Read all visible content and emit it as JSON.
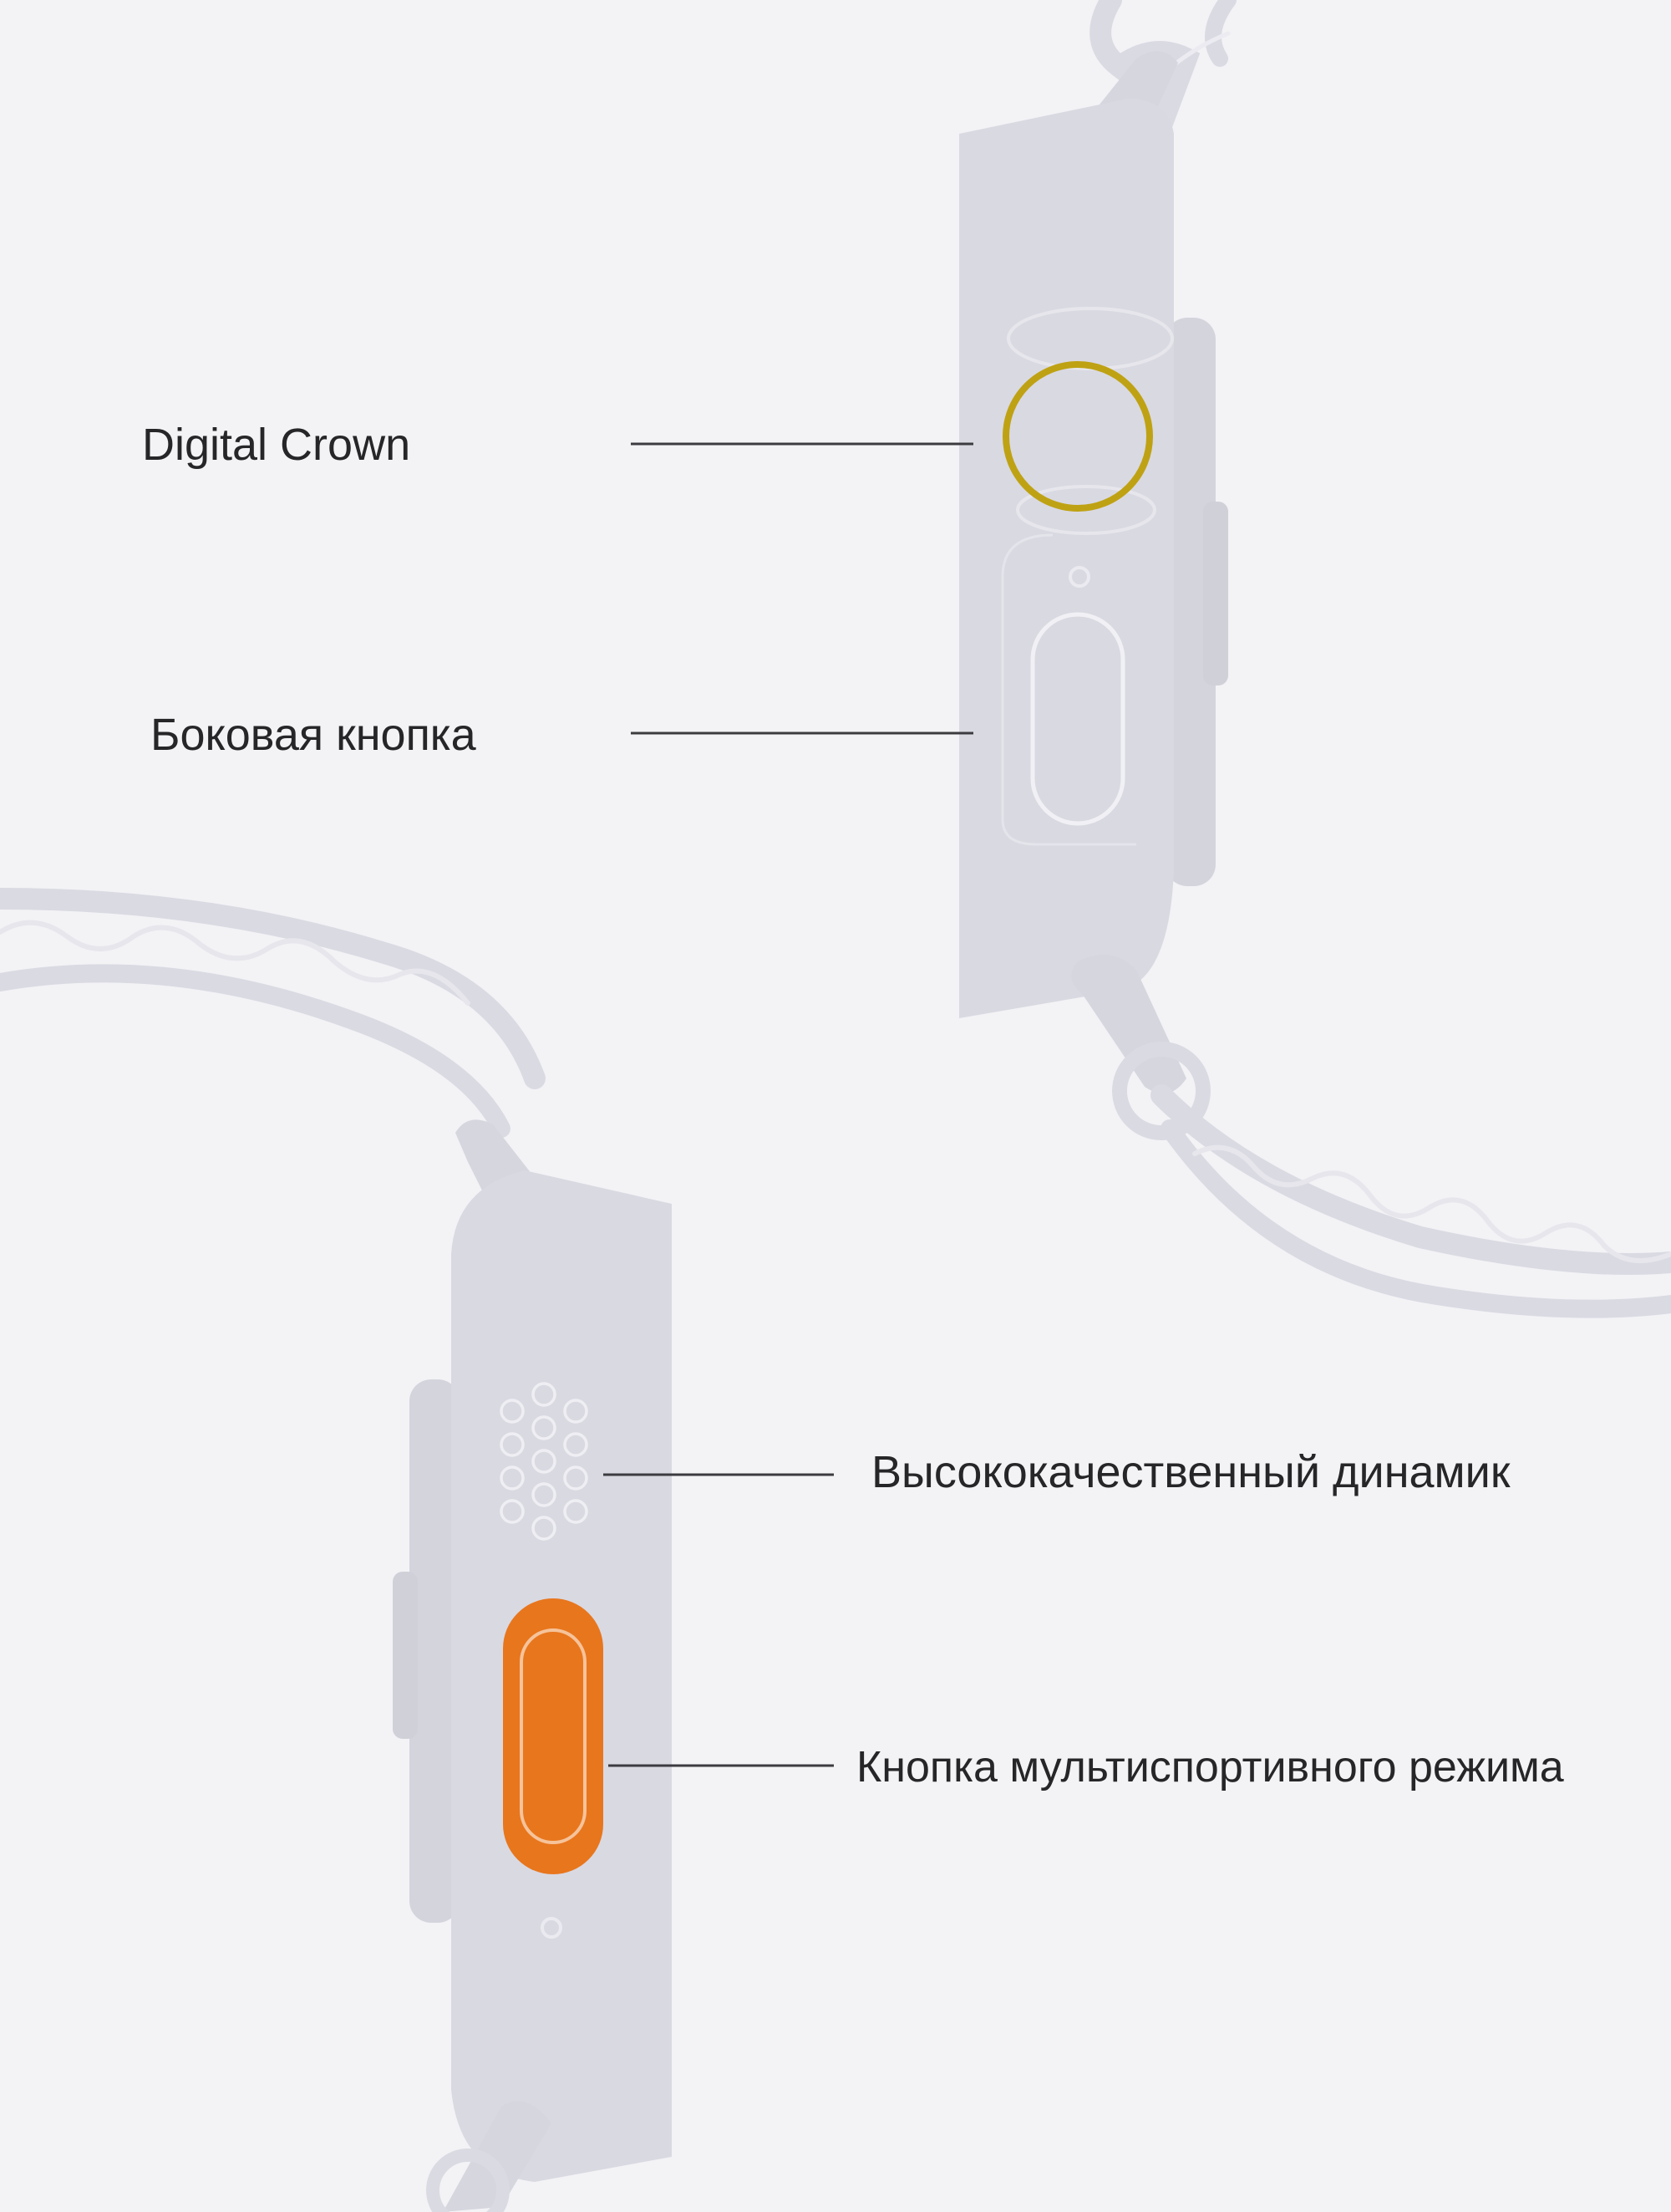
{
  "labels": {
    "digital_crown": "Digital Crown",
    "side_button": "Боковая кнопка",
    "speaker": "Высококачественный динамик",
    "action_button": "Кнопка мультиспортивного режима"
  },
  "colors": {
    "background": "#f3f3f6",
    "watch_body": "#d9d9e2",
    "strap_line": "#e8e8ee",
    "strap_band": "#dadae3",
    "crown_ring": "#bfa213",
    "action_button": "#e8761d",
    "leader_line": "#3c3c40",
    "text": "#262628"
  }
}
